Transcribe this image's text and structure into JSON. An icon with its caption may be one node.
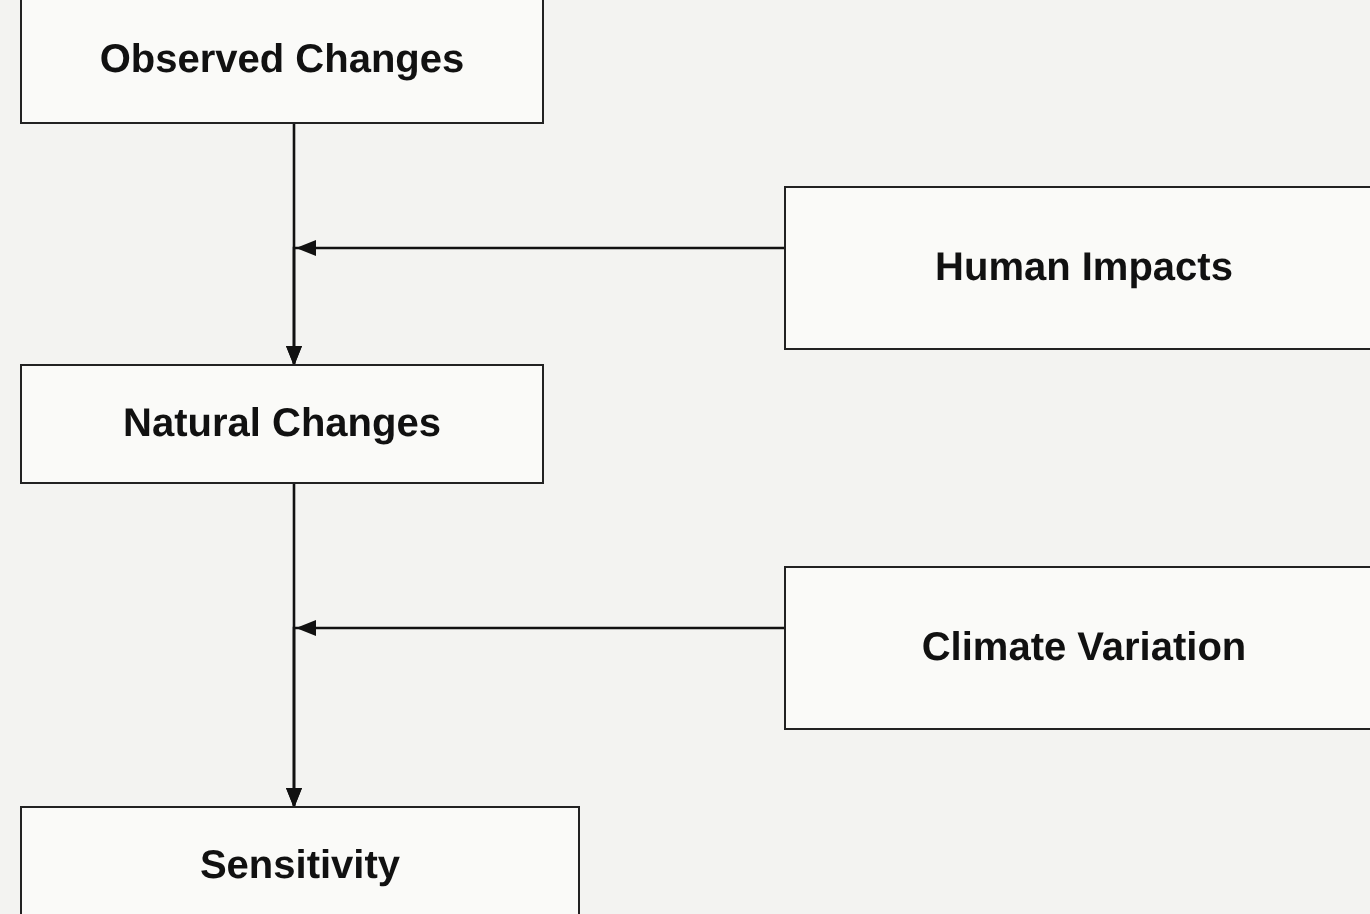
{
  "diagram": {
    "nodes": [
      {
        "text": [
          "Observed Changes"
        ]
      },
      {
        "text": [
          "Human Impacts"
        ]
      },
      {
        "text": [
          "Natural Changes"
        ]
      },
      {
        "text": [
          "Climate Variation"
        ]
      },
      {
        "text": [
          "Sensitivity"
        ]
      }
    ],
    "edges": [
      {
        "from": 0,
        "to": 2,
        "arrow": "to"
      },
      {
        "from": 1,
        "to": 2,
        "arrow": "to"
      },
      {
        "from": 2,
        "to": 4,
        "arrow": "to"
      },
      {
        "from": 3,
        "to": 4,
        "arrow": "to"
      }
    ]
  }
}
